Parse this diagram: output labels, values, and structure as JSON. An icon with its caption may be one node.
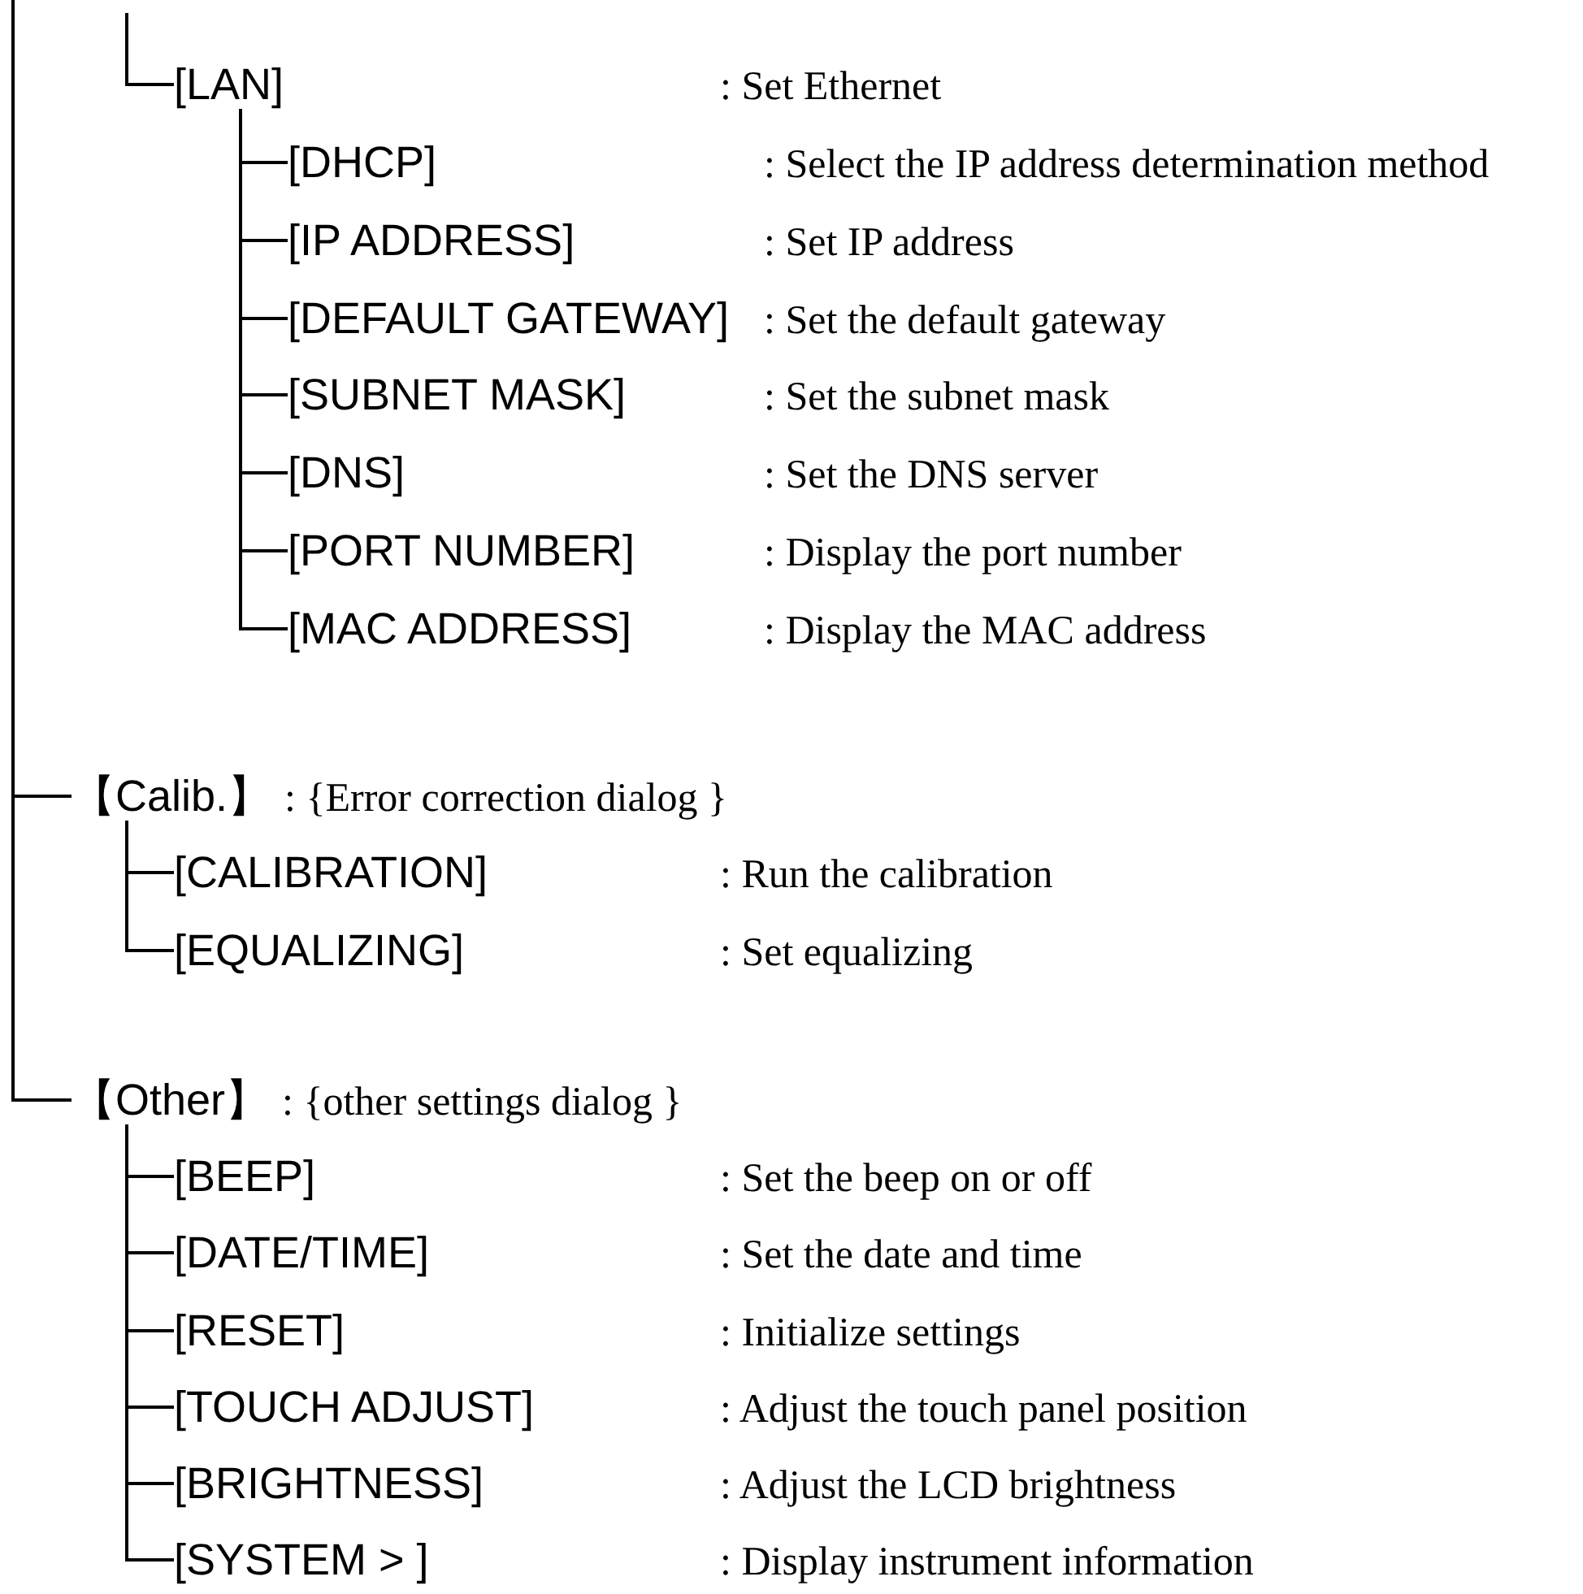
{
  "diagram": {
    "nodes": [
      {
        "text": [
          "[LAN]"
        ],
        "beside": [
          ": Set Ethernet"
        ]
      },
      {
        "text": [
          "[DHCP]"
        ],
        "beside": [
          ": Select the IP address determination method"
        ]
      },
      {
        "text": [
          "[IP ADDRESS]"
        ],
        "beside": [
          ": Set IP address"
        ]
      },
      {
        "text": [
          "[DEFAULT GATEWAY]"
        ],
        "beside": [
          ": Set the default gateway"
        ]
      },
      {
        "text": [
          "[SUBNET MASK]"
        ],
        "beside": [
          ": Set the subnet mask"
        ]
      },
      {
        "text": [
          "[DNS]"
        ],
        "beside": [
          ": Set the DNS server"
        ]
      },
      {
        "text": [
          "[PORT NUMBER]"
        ],
        "beside": [
          ": Display the port number"
        ]
      },
      {
        "text": [
          "[MAC ADDRESS]"
        ],
        "beside": [
          ": Display the MAC address"
        ]
      },
      {
        "text": [
          "【Calib.】"
        ],
        "beside": [
          ": {Error correction dialog }"
        ]
      },
      {
        "text": [
          "[CALIBRATION]"
        ],
        "beside": [
          ": Run the calibration"
        ]
      },
      {
        "text": [
          "[EQUALIZING]"
        ],
        "beside": [
          ": Set equalizing"
        ]
      },
      {
        "text": [
          "【Other】"
        ],
        "beside": [
          ": {other settings dialog }"
        ]
      },
      {
        "text": [
          "[BEEP]"
        ],
        "beside": [
          ": Set the beep on or off"
        ]
      },
      {
        "text": [
          "[DATE/TIME]"
        ],
        "beside": [
          ": Set the date and time"
        ]
      },
      {
        "text": [
          "[RESET]"
        ],
        "beside": [
          ": Initialize settings"
        ]
      },
      {
        "text": [
          "[TOUCH ADJUST]"
        ],
        "beside": [
          ": Adjust the touch panel position"
        ]
      },
      {
        "text": [
          "[BRIGHTNESS]"
        ],
        "beside": [
          ": Adjust the LCD brightness"
        ]
      },
      {
        "text": [
          "[SYSTEM > ]"
        ],
        "beside": [
          ": Display instrument information"
        ]
      }
    ],
    "edges": [
      {
        "from": null,
        "to": 0,
        "arrow": "none"
      },
      {
        "from": 0,
        "to": 1,
        "arrow": "none"
      },
      {
        "from": 0,
        "to": 2,
        "arrow": "none"
      },
      {
        "from": 0,
        "to": 3,
        "arrow": "none"
      },
      {
        "from": 0,
        "to": 4,
        "arrow": "none"
      },
      {
        "from": 0,
        "to": 5,
        "arrow": "none"
      },
      {
        "from": 0,
        "to": 6,
        "arrow": "none"
      },
      {
        "from": 0,
        "to": 7,
        "arrow": "none"
      },
      {
        "from": null,
        "to": 8,
        "arrow": "none"
      },
      {
        "from": 8,
        "to": 9,
        "arrow": "none"
      },
      {
        "from": 8,
        "to": 10,
        "arrow": "none"
      },
      {
        "from": null,
        "to": 11,
        "arrow": "none"
      },
      {
        "from": 11,
        "to": 12,
        "arrow": "none"
      },
      {
        "from": 11,
        "to": 13,
        "arrow": "none"
      },
      {
        "from": 11,
        "to": 14,
        "arrow": "none"
      },
      {
        "from": 11,
        "to": 15,
        "arrow": "none"
      },
      {
        "from": 11,
        "to": 16,
        "arrow": "none"
      },
      {
        "from": 11,
        "to": 17,
        "arrow": "none"
      }
    ]
  }
}
